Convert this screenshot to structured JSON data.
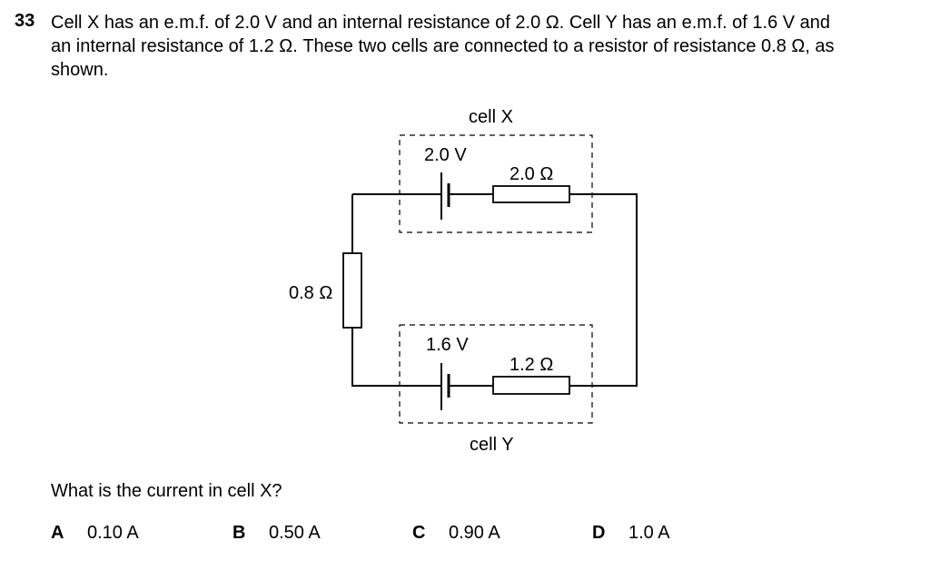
{
  "question": {
    "number": "33",
    "lines": [
      "Cell X has an e.m.f. of 2.0 V and an internal resistance of 2.0 Ω. Cell Y has an e.m.f. of 1.6 V and",
      "an internal resistance of 1.2 Ω. These two cells are connected to a resistor of resistance 0.8 Ω, as",
      "shown."
    ],
    "prompt": "What is the current in cell X?"
  },
  "diagram": {
    "cell_x_label": "cell X",
    "cell_x_emf": "2.0 V",
    "cell_x_resistance": "2.0 Ω",
    "cell_y_label": "cell Y",
    "cell_y_emf": "1.6 V",
    "cell_y_resistance": "1.2 Ω",
    "external_resistance": "0.8 Ω"
  },
  "options": [
    {
      "letter": "A",
      "value": "0.10 A"
    },
    {
      "letter": "B",
      "value": "0.50 A"
    },
    {
      "letter": "C",
      "value": "0.90 A"
    },
    {
      "letter": "D",
      "value": "1.0 A"
    }
  ]
}
